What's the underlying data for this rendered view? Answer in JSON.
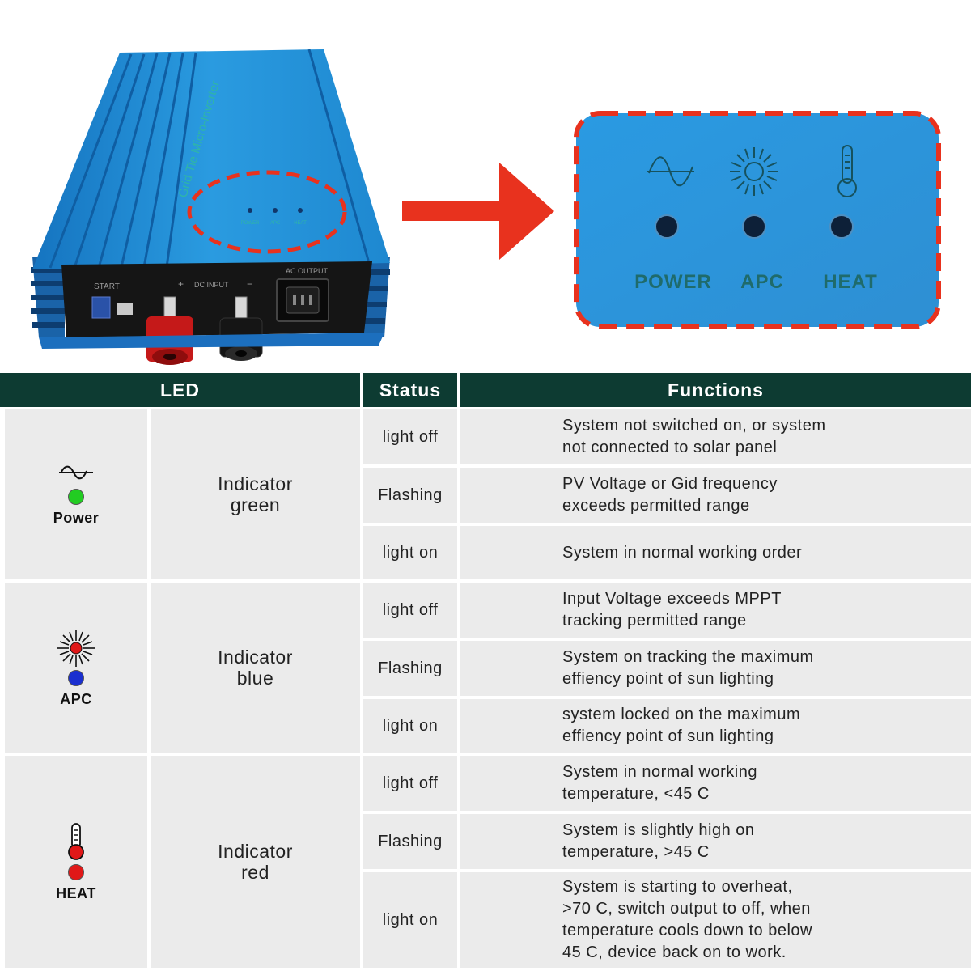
{
  "device": {
    "top_label": "Grid Tie Micro-Inverter",
    "panel_labels": [
      "POWER",
      "APC",
      "HEAT"
    ],
    "port_labels": {
      "start": "START",
      "dc_input": "DC  INPUT",
      "plus": "+",
      "minus": "−",
      "ac_output": "AC OUTPUT"
    }
  },
  "zoom_panel": {
    "labels": [
      "POWER",
      "APC",
      "HEAT"
    ]
  },
  "table": {
    "headers": {
      "led": "LED",
      "status": "Status",
      "functions": "Functions"
    },
    "groups": [
      {
        "icon": "sine-wave-icon",
        "led_color": "#22cc22",
        "name": "Power",
        "indicator": [
          "Indicator",
          "green"
        ],
        "rows": [
          {
            "status": "light off",
            "function": "System not switched on, or system\nnot connected to solar panel"
          },
          {
            "status": "Flashing",
            "function": "PV Voltage or Gid frequency\nexceeds permitted range"
          },
          {
            "status": "light on",
            "function": "System in normal working order"
          }
        ]
      },
      {
        "icon": "sun-icon",
        "led_color": "#1a2fcf",
        "name": "APC",
        "indicator": [
          "Indicator",
          "blue"
        ],
        "rows": [
          {
            "status": "light off",
            "function": "Input Voltage exceeds MPPT\ntracking permitted range"
          },
          {
            "status": "Flashing",
            "function": "System on tracking the maximum\neffiency point of sun lighting"
          },
          {
            "status": "light on",
            "function": "system locked on the maximum\neffiency point of sun lighting"
          }
        ]
      },
      {
        "icon": "thermometer-icon",
        "led_color": "#e01818",
        "name": "HEAT",
        "indicator": [
          "Indicator",
          "red"
        ],
        "rows": [
          {
            "status": "light off",
            "function": "System in normal working\ntemperature, <45 C"
          },
          {
            "status": "Flashing",
            "function": "System is slightly high on\ntemperature, >45 C"
          },
          {
            "status": "light on",
            "function": "System is starting to overheat,\n >70 C, switch output to off, when\ntemperature cools down to below\n 45 C, device back on to work."
          }
        ]
      }
    ]
  },
  "colors": {
    "header_bg": "#0d3b32",
    "cell_bg": "#ebebeb",
    "device_blue": "#1e8fd6",
    "callout_red": "#e8321e"
  }
}
